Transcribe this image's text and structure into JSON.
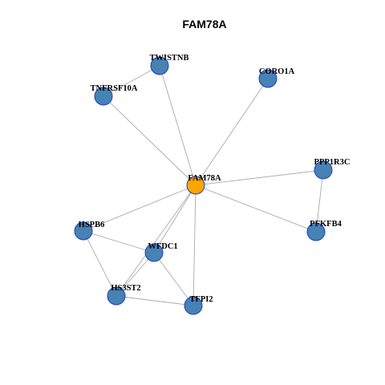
{
  "title": "FAM78A",
  "colors": {
    "center_fill": "#ffa500",
    "center_stroke": "#333333",
    "node_fill": "#4682b4",
    "node_stroke": "#1f3fbf",
    "edge": "#aaaaaa",
    "background": "#ffffff"
  },
  "nodes": [
    {
      "id": "FAM78A",
      "label": "FAM78A",
      "role": "center"
    },
    {
      "id": "TWISTNB",
      "label": "TWISTNB",
      "role": "neighbor"
    },
    {
      "id": "TNFRSF10A",
      "label": "TNFRSF10A",
      "role": "neighbor"
    },
    {
      "id": "CORO1A",
      "label": "CORO1A",
      "role": "neighbor"
    },
    {
      "id": "PPP1R3C",
      "label": "PPP1R3C",
      "role": "neighbor"
    },
    {
      "id": "PFKFB4",
      "label": "PFKFB4",
      "role": "neighbor"
    },
    {
      "id": "HSPB6",
      "label": "HSPB6",
      "role": "neighbor"
    },
    {
      "id": "WFDC1",
      "label": "WFDC1",
      "role": "neighbor"
    },
    {
      "id": "HS3ST2",
      "label": "HS3ST2",
      "role": "neighbor"
    },
    {
      "id": "TFPI2",
      "label": "TFPI2",
      "role": "neighbor"
    }
  ],
  "edges": [
    [
      "FAM78A",
      "TWISTNB"
    ],
    [
      "FAM78A",
      "TNFRSF10A"
    ],
    [
      "FAM78A",
      "CORO1A"
    ],
    [
      "FAM78A",
      "PPP1R3C"
    ],
    [
      "FAM78A",
      "PFKFB4"
    ],
    [
      "FAM78A",
      "HSPB6"
    ],
    [
      "FAM78A",
      "WFDC1"
    ],
    [
      "FAM78A",
      "HS3ST2"
    ],
    [
      "FAM78A",
      "TFPI2"
    ],
    [
      "TWISTNB",
      "TNFRSF10A"
    ],
    [
      "PPP1R3C",
      "PFKFB4"
    ],
    [
      "HSPB6",
      "WFDC1"
    ],
    [
      "HSPB6",
      "HS3ST2"
    ],
    [
      "WFDC1",
      "HS3ST2"
    ],
    [
      "WFDC1",
      "TFPI2"
    ],
    [
      "HS3ST2",
      "TFPI2"
    ]
  ]
}
